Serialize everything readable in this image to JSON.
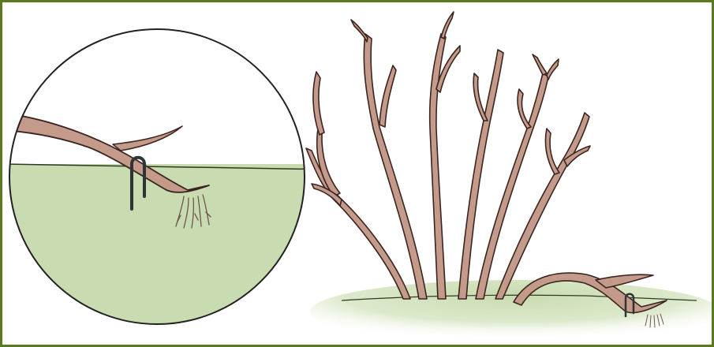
{
  "illustration": {
    "frame_color": "#5a7a1e",
    "branch_fill": "#c49a8a",
    "branch_outline": "#3a2520",
    "ground_fill": "#c9dbb0",
    "soil_line": "#2e3a22",
    "pin_color": "#2f3436",
    "root_color": "#6d5650",
    "icons": [
      "layering-detail-circle",
      "shrub",
      "ground-pin",
      "roots"
    ]
  }
}
